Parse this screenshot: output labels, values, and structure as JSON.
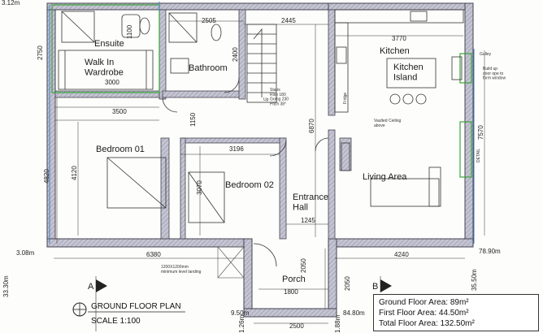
{
  "rooms": {
    "ensuite": "Ensuite",
    "walk_in_wardrobe": "Walk In\nWardrobe",
    "bathroom": "Bathroom",
    "kitchen": "Kitchen",
    "kitchen_island": "Kitchen\nIsland",
    "bedroom_01": "Bedroom 01",
    "bedroom_02": "Bedroom 02",
    "entrance_hall": "Entrance\nHall",
    "living_area": "Living Area",
    "porch": "Porch"
  },
  "dimensions": {
    "d2505": "2505",
    "d2445": "2445",
    "d3770": "3770",
    "d2750": "2750",
    "d1100": "1100",
    "d3000": "3000",
    "d2400": "2400",
    "d3500": "3500",
    "d1150": "1150",
    "d6870": "6870",
    "d3196": "3196",
    "d4120": "4120",
    "d4820": "4820",
    "d3070": "3070",
    "d7570": "7570",
    "d1245": "1245",
    "d6380": "6380",
    "d4240": "4240",
    "d2050a": "2050",
    "d2050b": "2050",
    "d1800": "1800",
    "d2500": "2500",
    "d3_12m": "3.12m"
  },
  "levels": {
    "l3_08": "3.08m",
    "l33_30": "33.30m",
    "l78_90": "78.90m",
    "l35_50": "35.50m",
    "l9_50": "9.50m",
    "l84_80": "84.80m",
    "l1_26": "1.26m",
    "l1_88": "1.88m"
  },
  "notes": {
    "stairs": "Stairs\nRise 180\nGoing 230\nPitch 38°",
    "up": "Up",
    "fridge": "Fridge",
    "vaulted": "Vaulted Ceiling\nabove",
    "landing": "1200X1200mm\nminimum level landing",
    "gulley": "Gulley",
    "build_up": "Build up\ndoor ope to\nform window",
    "detail": "DETAIL"
  },
  "section_markers": {
    "a": "A",
    "b": "B"
  },
  "title_block": {
    "title": "GROUND FLOOR PLAN",
    "scale": "SCALE 1:100"
  },
  "areas": {
    "ground": "Ground Floor Area: 89m²",
    "first": "First Floor Area: 44.50m²",
    "total": "Total Floor Area: 132.50m²"
  },
  "colors": {
    "wall_fill": "#b9b9c9",
    "wall_stroke": "#444450",
    "highlight_green": "#3aa33a",
    "highlight_blue": "#4a7fc0"
  }
}
